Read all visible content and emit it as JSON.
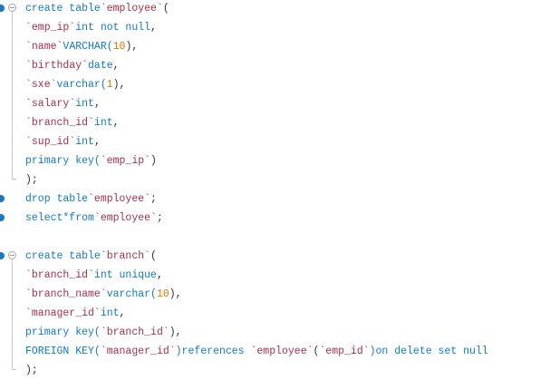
{
  "editor": {
    "colors": {
      "keyword": "#0f7bc4",
      "identifier": "#a3314b",
      "number": "#e07800",
      "punct": "#333333"
    },
    "lines": [
      {
        "marker": true,
        "fold": "start",
        "tokens": [
          {
            "t": "create table",
            "c": "k"
          },
          {
            "t": "`employee`",
            "c": "i"
          },
          {
            "t": "(",
            "c": "p"
          }
        ]
      },
      {
        "fold": "mid",
        "tokens": [
          {
            "t": "`emp_ip`",
            "c": "i"
          },
          {
            "t": "int not null",
            "c": "k"
          },
          {
            "t": ",",
            "c": "p"
          }
        ]
      },
      {
        "fold": "mid",
        "tokens": [
          {
            "t": "`name`",
            "c": "i"
          },
          {
            "t": "VARCHAR(",
            "c": "k"
          },
          {
            "t": "10",
            "c": "n"
          },
          {
            "t": "),",
            "c": "p"
          }
        ]
      },
      {
        "fold": "mid",
        "tokens": [
          {
            "t": "`birthday`",
            "c": "i"
          },
          {
            "t": "date",
            "c": "k"
          },
          {
            "t": ",",
            "c": "p"
          }
        ]
      },
      {
        "fold": "mid",
        "tokens": [
          {
            "t": "`sxe`",
            "c": "i"
          },
          {
            "t": "varchar(",
            "c": "k"
          },
          {
            "t": "1",
            "c": "n"
          },
          {
            "t": "),",
            "c": "p"
          }
        ]
      },
      {
        "fold": "mid",
        "tokens": [
          {
            "t": "`salary`",
            "c": "i"
          },
          {
            "t": "int",
            "c": "k"
          },
          {
            "t": ",",
            "c": "p"
          }
        ]
      },
      {
        "fold": "mid",
        "tokens": [
          {
            "t": "`branch_id`",
            "c": "i"
          },
          {
            "t": "int",
            "c": "k"
          },
          {
            "t": ",",
            "c": "p"
          }
        ]
      },
      {
        "fold": "mid",
        "tokens": [
          {
            "t": "`sup_id`",
            "c": "i"
          },
          {
            "t": "int",
            "c": "k"
          },
          {
            "t": ",",
            "c": "p"
          }
        ]
      },
      {
        "fold": "mid",
        "tokens": [
          {
            "t": "primary key(",
            "c": "k"
          },
          {
            "t": "`emp_ip`",
            "c": "i"
          },
          {
            "t": ")",
            "c": "p"
          }
        ]
      },
      {
        "fold": "end",
        "tokens": [
          {
            "t": ");",
            "c": "p"
          }
        ]
      },
      {
        "marker": true,
        "tokens": [
          {
            "t": "drop table",
            "c": "k"
          },
          {
            "t": "`employee`",
            "c": "i"
          },
          {
            "t": ";",
            "c": "p"
          }
        ]
      },
      {
        "marker": true,
        "tokens": [
          {
            "t": "select*from",
            "c": "k"
          },
          {
            "t": "`employee`",
            "c": "i"
          },
          {
            "t": ";",
            "c": "p"
          }
        ]
      },
      {
        "tokens": []
      },
      {
        "marker": true,
        "fold": "start",
        "tokens": [
          {
            "t": "create table",
            "c": "k"
          },
          {
            "t": "`branch`",
            "c": "i"
          },
          {
            "t": "(",
            "c": "p"
          }
        ]
      },
      {
        "fold": "mid",
        "tokens": [
          {
            "t": "`branch_id`",
            "c": "i"
          },
          {
            "t": "int unique",
            "c": "k"
          },
          {
            "t": ",",
            "c": "p"
          }
        ]
      },
      {
        "fold": "mid",
        "tokens": [
          {
            "t": "`branch_name`",
            "c": "i"
          },
          {
            "t": "varchar(",
            "c": "k"
          },
          {
            "t": "10",
            "c": "n"
          },
          {
            "t": "),",
            "c": "p"
          }
        ]
      },
      {
        "fold": "mid",
        "tokens": [
          {
            "t": "`manager_id`",
            "c": "i"
          },
          {
            "t": "int",
            "c": "k"
          },
          {
            "t": ",",
            "c": "p"
          }
        ]
      },
      {
        "fold": "mid",
        "tokens": [
          {
            "t": "primary key(",
            "c": "k"
          },
          {
            "t": "`branch_id`",
            "c": "i"
          },
          {
            "t": "),",
            "c": "p"
          }
        ]
      },
      {
        "fold": "mid",
        "tokens": [
          {
            "t": "FOREIGN KEY(",
            "c": "k"
          },
          {
            "t": "`manager_id`",
            "c": "i"
          },
          {
            "t": ")references ",
            "c": "k"
          },
          {
            "t": "`employee`",
            "c": "i"
          },
          {
            "t": "(",
            "c": "p"
          },
          {
            "t": "`emp_id`",
            "c": "i"
          },
          {
            "t": ")on delete set null",
            "c": "k"
          }
        ]
      },
      {
        "fold": "end",
        "tokens": [
          {
            "t": ");",
            "c": "p"
          }
        ]
      }
    ]
  }
}
